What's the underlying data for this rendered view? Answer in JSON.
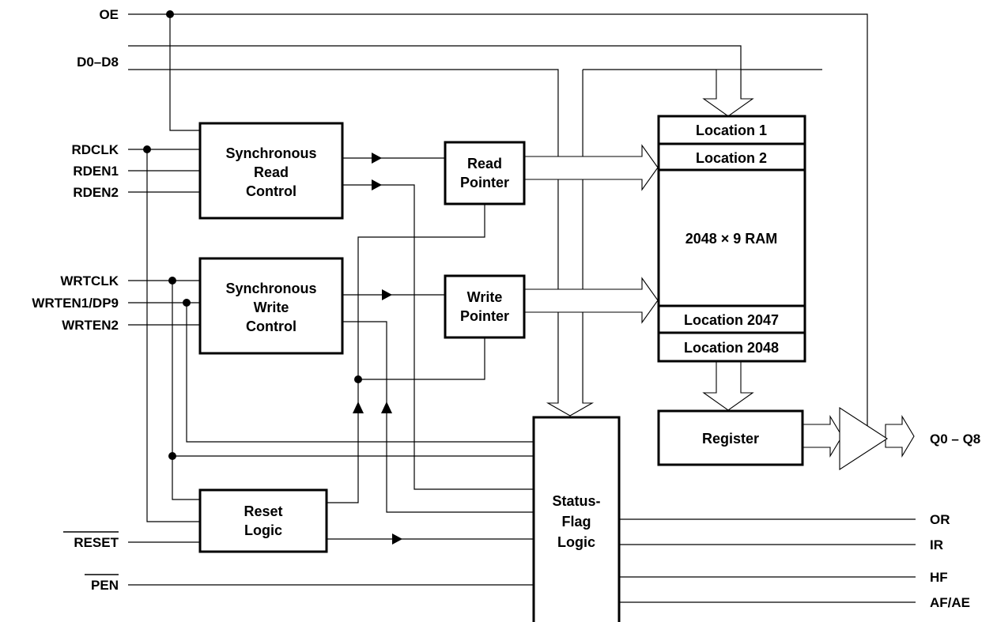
{
  "signals": {
    "oe": "OE",
    "d0_d8": "D0–D8",
    "rdclk": "RDCLK",
    "rden1": "RDEN1",
    "rden2": "RDEN2",
    "wrtclk": "WRTCLK",
    "wrten1_dp9": "WRTEN1/DP9",
    "wrten2": "WRTEN2",
    "reset": "RESET",
    "pen": "PEN",
    "q0_q8": "Q0 – Q8",
    "or": "OR",
    "ir": "IR",
    "hf": "HF",
    "af_ae": "AF/AE"
  },
  "blocks": {
    "sync_read": [
      "Synchronous",
      "Read",
      "Control"
    ],
    "sync_write": [
      "Synchronous",
      "Write",
      "Control"
    ],
    "read_pointer": [
      "Read",
      "Pointer"
    ],
    "write_pointer": [
      "Write",
      "Pointer"
    ],
    "reset_logic": [
      "Reset",
      "Logic"
    ],
    "status_flag": [
      "Status-",
      "Flag",
      "Logic"
    ],
    "register": "Register"
  },
  "memory": {
    "location_1": "Location 1",
    "location_2": "Location 2",
    "ram": "2048 × 9 RAM",
    "location_2047": "Location 2047",
    "location_2048": "Location 2048"
  }
}
